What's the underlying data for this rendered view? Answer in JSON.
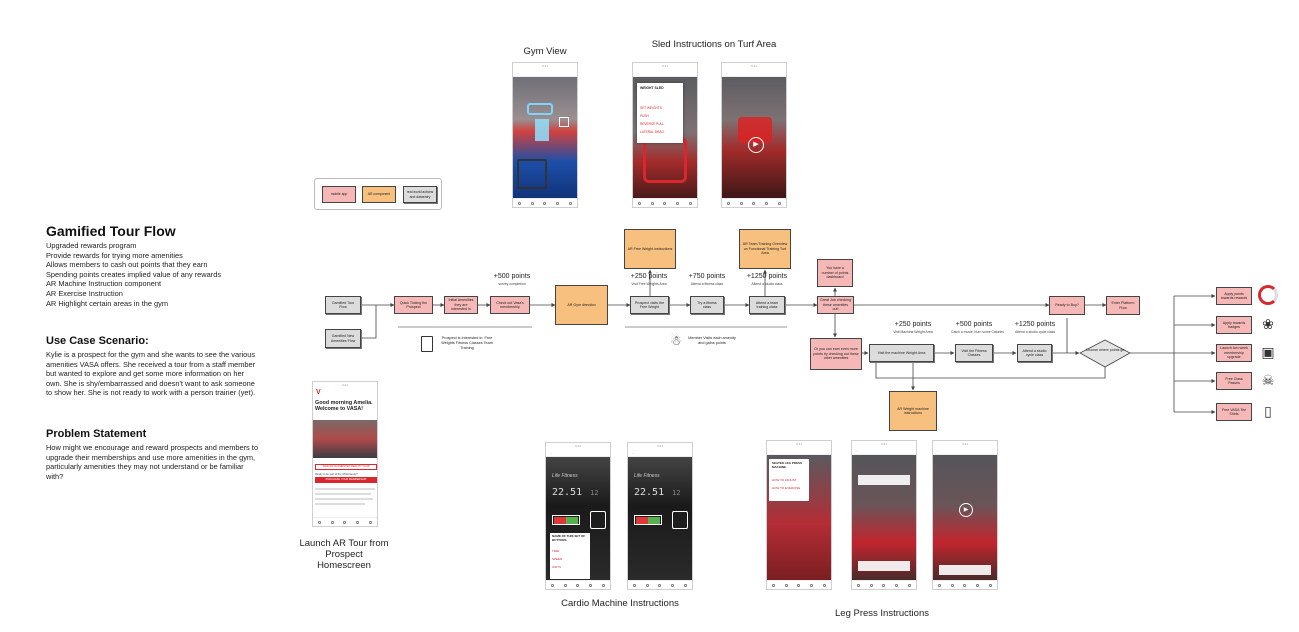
{
  "intro": {
    "title": "Gamified Tour Flow",
    "bullets": [
      "Upgraded rewards program",
      "Provide rewards for trying more amenities",
      "Allows members to cash out points that they earn",
      "Spending points creates implied value of any rewards",
      "AR Machine Instruction component",
      "AR Exercise Instruction",
      "AR Highlight certain areas in the gym"
    ]
  },
  "use_case": {
    "title": "Use Case Scenario:",
    "text": "Kylie is a prospect for the gym and she wants to see the various amenities VASA offers. She received a tour from a staff member but wanted to explore and get some more information on her own. She is shy/embarrassed and doesn't want to ask someone to show her. She is not ready to work with a person trainer (yet)."
  },
  "problem": {
    "title": "Problem Statement",
    "text": "How might we encourage and reward prospects and members to upgrade their memberships and use more amenities in the gym, particularly amenities they may not understand or be familiar with?"
  },
  "legend": {
    "items": [
      "mobile app",
      "AR component",
      "real world actions and dataentry"
    ]
  },
  "screenshots": {
    "gym_view": "Gym View",
    "sled": "Sled Instructions on Turf Area",
    "launch": "Launch AR Tour from Prospect Homescreen",
    "cardio": "Cardio Machine Instructions",
    "leg_press": "Leg Press Instructions"
  },
  "homescreen": {
    "greeting": "Good morning Amelia. Welcome to VASA!",
    "tagline": "Ready to be part of the VASA family?",
    "tour_button": "TAKE AN AUGMENTED REALITY TOUR",
    "purchase_button": "PURCHASE YOUR MEMBERSHIP"
  },
  "sled_menu": {
    "title": "WEIGHT SLED",
    "items": [
      "SET WEIGHTS",
      "PUSH",
      "REVERSE PULL",
      "LATERAL DRAG"
    ]
  },
  "cardio_panel": {
    "title": "NAME OF THIS SET OF BUTTONS",
    "items": [
      "TIME",
      "SPEED",
      "UNITS"
    ],
    "display": "22.51",
    "display2": "12"
  },
  "leg_menu": {
    "title": "SEATED LEG PRESS MACHINE",
    "items": [
      "HOW TO ADJUST",
      "HOW TO EXERCISE"
    ]
  },
  "flow": {
    "start_gamified": "Gamified Tour Flow",
    "start_amenities": "Gamified New Amenities Flow",
    "quick_tour": "Quick Ticking the Prospect",
    "initial_amenities": "Initial Amenities they are interested in",
    "check_membership": "Check out Vasa's membership",
    "ar_gym": "AR Gym direction",
    "prospect_visits": "Prospect visits the Free Weight",
    "try_fitness": "Try a fitness class",
    "attend_team": "Attend a team training class",
    "ar_free_weight": "AR Free Weight instructions",
    "ar_team_training": "AR Team Training Overview on Functional Training Turf Area",
    "dashboard": "You have a number of points dashboard",
    "great_job": "Great Job checking these amenities out!",
    "ready_buy": "Ready to Buy?",
    "enter_platform": "Enter Platform Flow",
    "earn_more": "Or you can earn even more points by checking out these other amenities",
    "visit_machine": "Visit the machine Weight Area",
    "visit_fitness": "Visit the Fitness Classes",
    "attend_cycle": "Attend a studio cycle class",
    "choose_spend": "Choose where points go",
    "ar_weight_machine": "AR Weight machine instructions",
    "prospect_note": "Prospect is Interested in: Free Weights Fitness Classes Team Training",
    "member_note": "Member Visits each amenity and gains points",
    "points_500_a": "+500 points",
    "points_500_a_sub": "survey completion",
    "points_250_a": "+250 points",
    "points_250_a_sub": "Visit Free Weights Area",
    "points_750": "+750 points",
    "points_750_sub": "Attend a fitness class",
    "points_1250_a": "+1250 points",
    "points_1250_a_sub": "Attend a studio class",
    "points_250_b": "+250 points",
    "points_250_b_sub": "Visit Machine Weight Area",
    "points_500_b": "+500 points",
    "points_500_b_sub": "Catch a movie, burn some Calories",
    "points_1250_b": "+1250 points",
    "points_1250_b_sub": "Attend a studio cycle class",
    "rewards": [
      "Apply points towards rewards",
      "Apply towards badges",
      "Launch two week membership upgrade",
      "Free Class Passes",
      "Free VASA Tee Shirts"
    ]
  },
  "colors": {
    "pink": "#f6b8b6",
    "orange": "#f8c07e",
    "gray": "#d6d6d6",
    "vasa_red": "#d9272e"
  }
}
